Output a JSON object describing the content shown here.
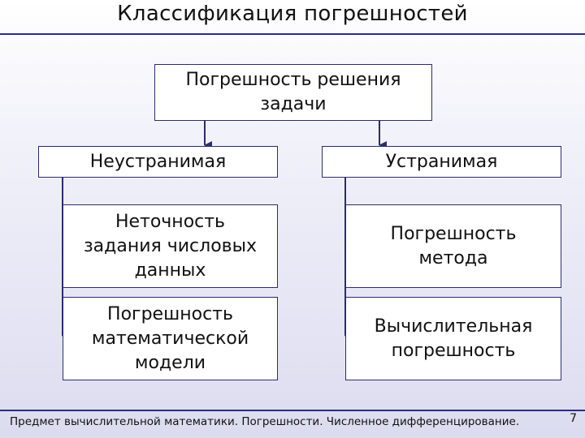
{
  "slide": {
    "title": "Классификация погрешностей",
    "page_number": "7",
    "footer": "Предмет вычислительной математики. Погрешности. Численное дифференцирование."
  },
  "diagram": {
    "root": "Погрешность решения\nзадачи",
    "left_branch": "Неустранимая",
    "right_branch": "Устранимая",
    "left_children": [
      "Неточность\nзадания числовых\nданных",
      "Погрешность\nматематической\nмодели"
    ],
    "right_children": [
      "Погрешность\nметода",
      "Вычислительная\nпогрешность"
    ]
  },
  "colors": {
    "rule": "#2b2b86",
    "connector": "#2c2c6e"
  }
}
